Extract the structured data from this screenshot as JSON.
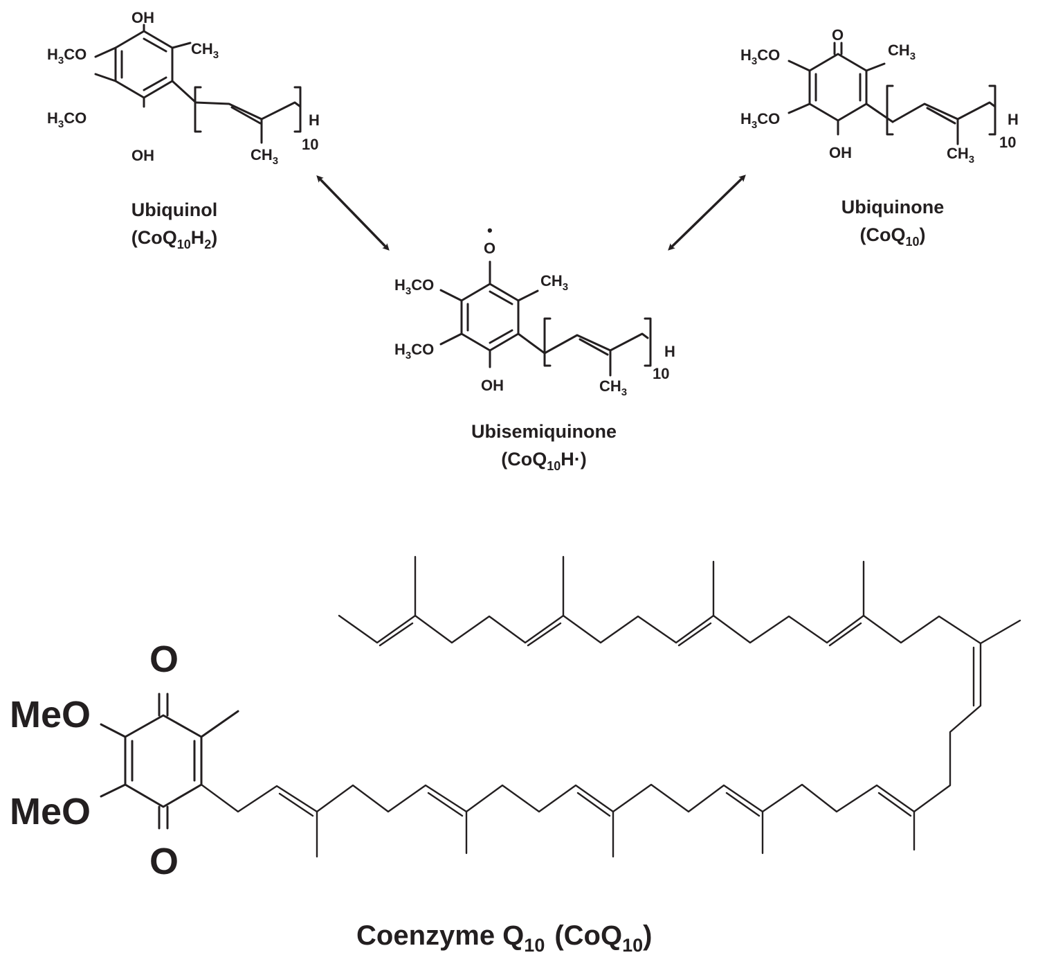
{
  "molecules": {
    "ubiquinol": {
      "name": "Ubiquinol",
      "formula": {
        "open": "(",
        "base": "CoQ",
        "sub1": "10",
        "mid": "H",
        "sub2": "2",
        "close": ")"
      },
      "atoms": {
        "oh_top": "OH",
        "oh_bottom": "OH",
        "och3_top_h": "H",
        "och3_top_sub": "3",
        "och3_top_rest": "CO",
        "och3_bot_h": "H",
        "och3_bot_sub": "3",
        "och3_bot_rest": "CO",
        "methyl_c": "CH",
        "methyl_sub": "3",
        "chain_methyl_c": "CH",
        "chain_methyl_sub": "3",
        "end_h": "H",
        "repeat": "10"
      }
    },
    "ubiquinone": {
      "name": "Ubiquinone",
      "formula": {
        "open": "(",
        "base": "CoQ",
        "sub1": "10",
        "close": ")"
      },
      "atoms": {
        "o_top": "O",
        "oh_bottom": "OH",
        "och3_top_h": "H",
        "och3_top_sub": "3",
        "och3_top_rest": "CO",
        "och3_bot_h": "H",
        "och3_bot_sub": "3",
        "och3_bot_rest": "CO",
        "methyl_c": "CH",
        "methyl_sub": "3",
        "chain_methyl_c": "CH",
        "chain_methyl_sub": "3",
        "end_h": "H",
        "repeat": "10"
      }
    },
    "ubisemiquinone": {
      "name": "Ubisemiquinone",
      "formula": {
        "open": "(",
        "base": "CoQ",
        "sub1": "10",
        "mid": "H·",
        "close": ")"
      },
      "atoms": {
        "radical": "•",
        "o_top": "O",
        "oh_bottom": "OH",
        "och3_top_h": "H",
        "och3_top_sub": "3",
        "och3_top_rest": "CO",
        "och3_bot_h": "H",
        "och3_bot_sub": "3",
        "och3_bot_rest": "CO",
        "methyl_c": "CH",
        "methyl_sub": "3",
        "chain_methyl_c": "CH",
        "chain_methyl_sub": "3",
        "end_h": "H",
        "repeat": "10"
      }
    }
  },
  "coq10": {
    "o_top": "O",
    "o_bottom": "O",
    "meo_top": "MeO",
    "meo_bottom": "MeO",
    "title": {
      "base": "Coenzyme Q",
      "sub1": "10",
      "paren_base": "(CoQ",
      "sub2": "10",
      "close": ")"
    }
  }
}
